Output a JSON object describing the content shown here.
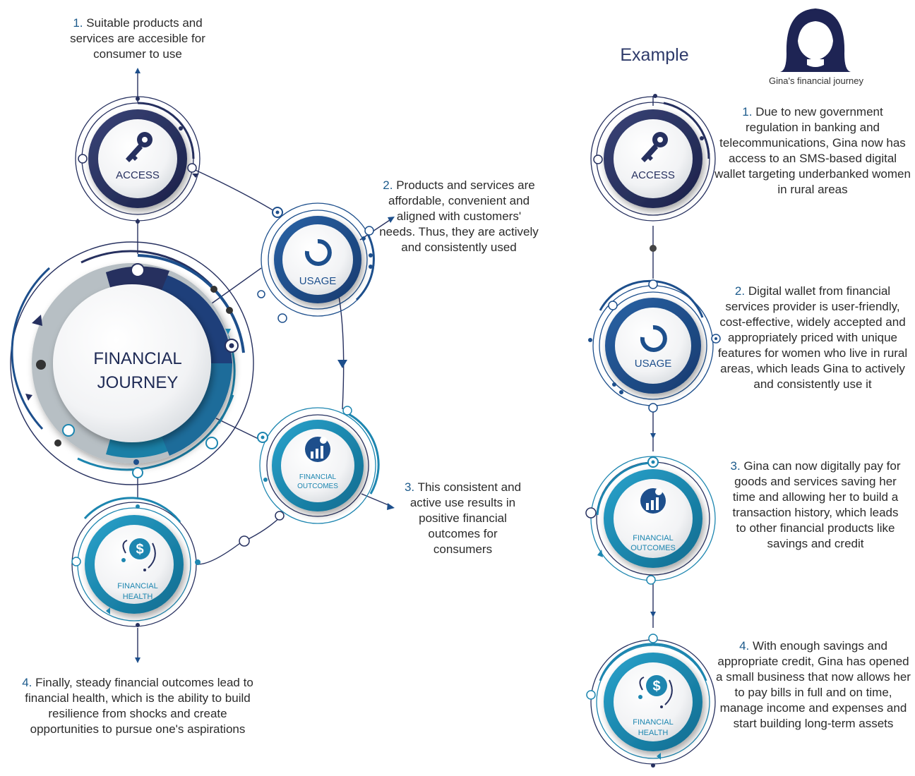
{
  "left": {
    "center_label_line1": "FINANCIAL",
    "center_label_line2": "JOURNEY",
    "nodes": {
      "access": "ACCESS",
      "usage": "USAGE",
      "outcomes_line1": "FINANCIAL",
      "outcomes_line2": "OUTCOMES",
      "health_line1": "FINANCIAL",
      "health_line2": "HEALTH"
    },
    "steps": [
      {
        "num": "1.",
        "text": "Suitable products and services are accesible for consumer to use"
      },
      {
        "num": "2.",
        "text": "Products and services are affordable, convenient and aligned with customers' needs. Thus, they are actively and consistently used"
      },
      {
        "num": "3.",
        "text": "This consistent and active use results in positive financial outcomes for consumers"
      },
      {
        "num": "4.",
        "text": "Finally, steady financial outcomes lead to financial health, which is the ability to build resilience from shocks and create opportunities to pursue one's aspirations"
      }
    ]
  },
  "right": {
    "example_label": "Example",
    "persona_caption": "Gina's financial journey",
    "nodes": {
      "access": "ACCESS",
      "usage": "USAGE",
      "outcomes_line1": "FINANCIAL",
      "outcomes_line2": "OUTCOMES",
      "health_line1": "FINANCIAL",
      "health_line2": "HEALTH"
    },
    "steps": [
      {
        "num": "1.",
        "text": "Due to new government regulation in banking and telecommunications, Gina now has access to an SMS-based digital wallet targeting underbanked women in rural areas"
      },
      {
        "num": "2.",
        "text": "Digital wallet from financial services provider is user-friendly, cost-effective, widely accepted and appropriately priced with unique features for women who live in rural areas, which leads Gina to actively and consistently use it"
      },
      {
        "num": "3.",
        "text": "Gina can now digitally pay for goods and services saving her time and allowing her to build a transaction history, which leads to other financial products like savings and credit"
      },
      {
        "num": "4.",
        "text": "With enough savings and appropriate credit, Gina has opened a small business that now allows her to pay bills in full and on time, manage income and expenses and start building long-term assets"
      }
    ]
  },
  "colors": {
    "navy": "#26305f",
    "blue": "#1d4f8c",
    "teal": "#1d86b0",
    "teal_light": "#2aa0c8",
    "grey": "#b6bec4",
    "text": "#2b2b2b",
    "number": "#1d5b8c"
  },
  "icons": [
    "key-icon",
    "donut-icon",
    "growth-chart-icon",
    "dollar-stethoscope-icon",
    "person-icon"
  ]
}
